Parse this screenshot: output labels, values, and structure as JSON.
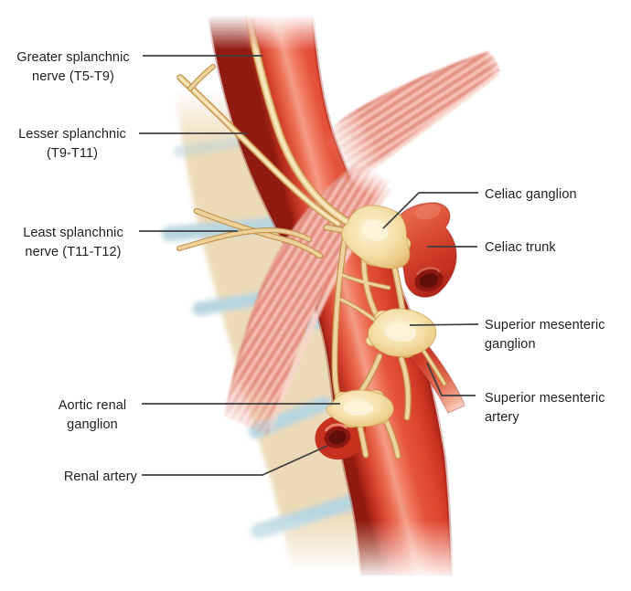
{
  "figure": {
    "type": "anatomical-diagram",
    "subject": "Splanchnic nerves and prevertebral sympathetic ganglia on the abdominal aorta",
    "background": "#ffffff",
    "labels": {
      "greater_splanchnic": {
        "text": "Greater splanchnic nerve (T5-T9)",
        "lines": [
          "Greater splanchnic",
          "nerve (T5-T9)"
        ]
      },
      "lesser_splanchnic": {
        "text": "Lesser splanchnic (T9-T11)",
        "lines": [
          "Lesser splanchnic",
          "(T9-T11)"
        ]
      },
      "least_splanchnic": {
        "text": "Least splanchnic nerve (T11-T12)",
        "lines": [
          "Least splanchnic",
          "nerve (T11-T12)"
        ]
      },
      "aortic_renal_ganglion": {
        "text": "Aortic renal ganglion",
        "lines": [
          "Aortic renal",
          "ganglion"
        ]
      },
      "renal_artery": {
        "text": "Renal artery",
        "lines": [
          "Renal artery"
        ]
      },
      "celiac_ganglion": {
        "text": "Celiac ganglion",
        "lines": [
          "Celiac ganglion"
        ]
      },
      "celiac_trunk": {
        "text": "Celiac trunk",
        "lines": [
          "Celiac trunk"
        ]
      },
      "superior_mesenteric_ganglion": {
        "text": "Superior mesenteric ganglion",
        "lines": [
          "Superior mesenteric",
          "ganglion"
        ]
      },
      "superior_mesenteric_artery": {
        "text": "Superior mesenteric artery",
        "lines": [
          "Superior mesenteric",
          "artery"
        ]
      }
    },
    "colors": {
      "aorta_red": "#d84531",
      "aorta_highlight": "#f49c86",
      "aorta_dark_edge": "#8e1a10",
      "crus_pink": "#f1a89a",
      "crus_stripe": "#d26c5e",
      "crus_highlight": "#f8d4ca",
      "bone_beige": "#ecdab6",
      "disc_blue": "#b7d6e0",
      "nerve_tan": "#edd09a",
      "nerve_outline": "#c2914a",
      "ganglion_light": "#fcf4d7",
      "vessel_lumen_dark": "#5f0e0a",
      "leader_line": "#3f3f3f",
      "label_text": "#1f1f1f"
    }
  }
}
